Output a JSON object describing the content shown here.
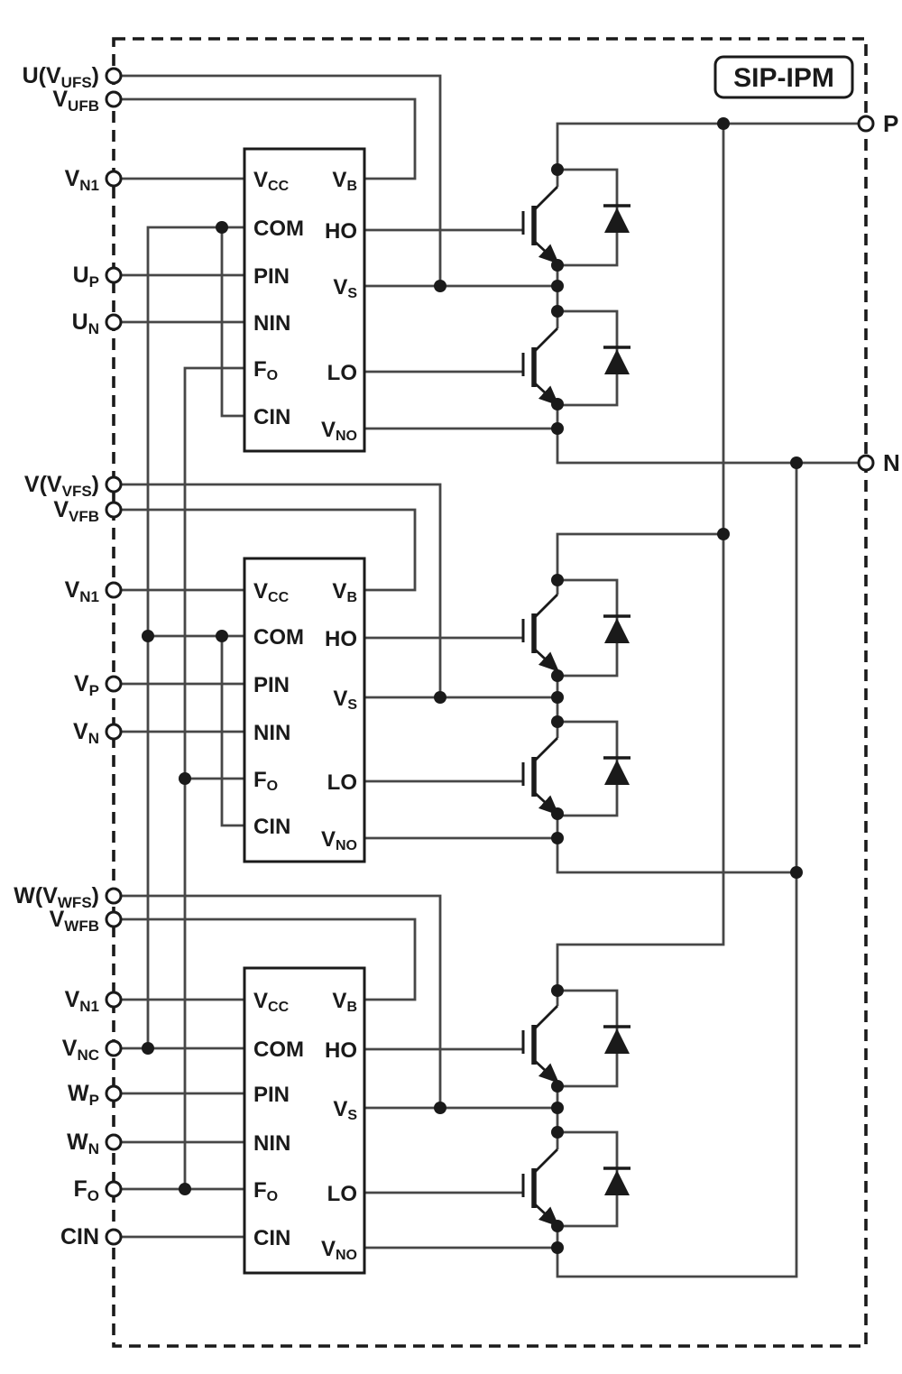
{
  "module": {
    "title": "SIP-IPM"
  },
  "terminals": {
    "p": "P",
    "n": "N"
  },
  "pins_left": [
    {
      "pre": "U(V",
      "sub": "UFS",
      "suf": ")"
    },
    {
      "pre": "V",
      "sub": "UFB",
      "suf": ""
    },
    {
      "pre": "V",
      "sub": "N1",
      "suf": ""
    },
    {
      "pre": "U",
      "sub": "P",
      "suf": ""
    },
    {
      "pre": "U",
      "sub": "N",
      "suf": ""
    },
    {
      "pre": "V(V",
      "sub": "VFS",
      "suf": ")"
    },
    {
      "pre": "V",
      "sub": "VFB",
      "suf": ""
    },
    {
      "pre": "V",
      "sub": "N1",
      "suf": ""
    },
    {
      "pre": "V",
      "sub": "P",
      "suf": ""
    },
    {
      "pre": "V",
      "sub": "N",
      "suf": ""
    },
    {
      "pre": "W(V",
      "sub": "WFS",
      "suf": ")"
    },
    {
      "pre": "V",
      "sub": "WFB",
      "suf": ""
    },
    {
      "pre": "V",
      "sub": "N1",
      "suf": ""
    },
    {
      "pre": "V",
      "sub": "NC",
      "suf": ""
    },
    {
      "pre": "W",
      "sub": "P",
      "suf": ""
    },
    {
      "pre": "W",
      "sub": "N",
      "suf": ""
    },
    {
      "pre": "F",
      "sub": "O",
      "suf": ""
    },
    {
      "pre": "CIN",
      "sub": "",
      "suf": ""
    }
  ],
  "ic": {
    "left_pins": [
      {
        "pre": "V",
        "sub": "CC"
      },
      {
        "pre": "COM",
        "sub": ""
      },
      {
        "pre": "PIN",
        "sub": ""
      },
      {
        "pre": "NIN",
        "sub": ""
      },
      {
        "pre": "F",
        "sub": "O"
      },
      {
        "pre": "CIN",
        "sub": ""
      }
    ],
    "right_pins": [
      {
        "pre": "V",
        "sub": "B"
      },
      {
        "pre": "HO",
        "sub": ""
      },
      {
        "pre": "V",
        "sub": "S"
      },
      {
        "pre": "LO",
        "sub": ""
      },
      {
        "pre": "V",
        "sub": "NO"
      }
    ]
  },
  "colors": {
    "wire": "#474747",
    "symbol": "#1a1a1a",
    "text": "#1a1a1a",
    "background": "#ffffff"
  }
}
